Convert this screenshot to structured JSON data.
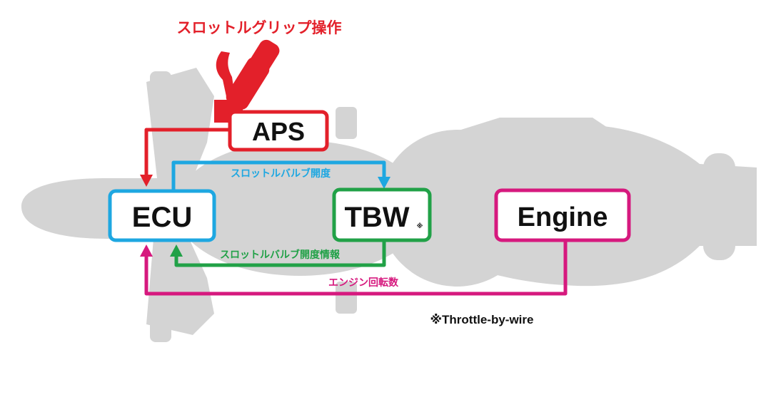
{
  "title": "スロットルグリップ操作",
  "nodes": {
    "aps": {
      "label": "APS"
    },
    "ecu": {
      "label": "ECU"
    },
    "tbw": {
      "label": "TBW",
      "mark": "※"
    },
    "engine": {
      "label": "Engine"
    }
  },
  "edges": {
    "valve_opening": {
      "label": "スロットルバルブ開度"
    },
    "valve_info": {
      "label": "スロットルバルブ開度情報"
    },
    "engine_rpm": {
      "label": "エンジン回転数"
    }
  },
  "footnote": "※Throttle-by-wire",
  "colors": {
    "red": "#e3202a",
    "blue": "#1ea7e1",
    "green": "#21a147",
    "magenta": "#d6197e",
    "silhouette": "#d4d4d4"
  }
}
